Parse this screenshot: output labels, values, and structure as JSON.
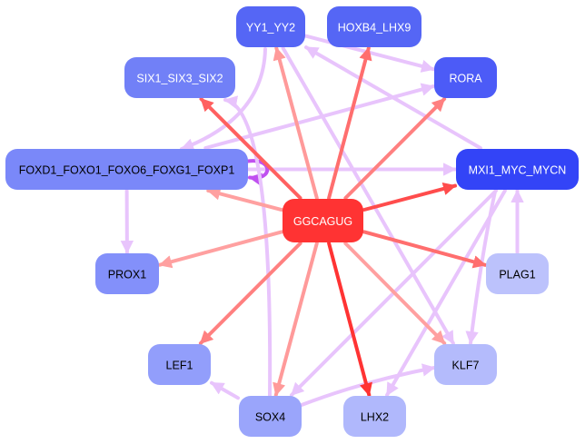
{
  "graph": {
    "type": "motif-regulatory-network",
    "center_node": "GGCAGUG",
    "nodes": [
      {
        "id": "GGCAGUG",
        "label": "GGCAGUG",
        "fill": "#ff3333",
        "text_color": "#ffffff"
      },
      {
        "id": "YY1_YY2",
        "label": "YY1_YY2",
        "fill": "#5566f5",
        "text_color": "#ffffff"
      },
      {
        "id": "HOXB4_LHX9",
        "label": "HOXB4_LHX9",
        "fill": "#5566f5",
        "text_color": "#ffffff"
      },
      {
        "id": "SIX1_SIX3_SIX2",
        "label": "SIX1_SIX3_SIX2",
        "fill": "#7180f7",
        "text_color": "#ffffff"
      },
      {
        "id": "RORA",
        "label": "RORA",
        "fill": "#4c5bf7",
        "text_color": "#ffffff"
      },
      {
        "id": "FOXD1_FOXO1_FOXO6_FOXG1_FOXP1",
        "label": "FOXD1_FOXO1_FOXO6_FOXG1_FOXP1",
        "fill": "#7a88f9",
        "text_color": "#000000"
      },
      {
        "id": "MXI1_MYC_MYCN",
        "label": "MXI1_MYC_MYCN",
        "fill": "#3344f7",
        "text_color": "#ffffff"
      },
      {
        "id": "PROX1",
        "label": "PROX1",
        "fill": "#8390fa",
        "text_color": "#000000"
      },
      {
        "id": "PLAG1",
        "label": "PLAG1",
        "fill": "#bcc2fc",
        "text_color": "#000000"
      },
      {
        "id": "LEF1",
        "label": "LEF1",
        "fill": "#929efb",
        "text_color": "#000000"
      },
      {
        "id": "KLF7",
        "label": "KLF7",
        "fill": "#b4bbfc",
        "text_color": "#000000"
      },
      {
        "id": "SOX4",
        "label": "SOX4",
        "fill": "#9aa5fb",
        "text_color": "#000000"
      },
      {
        "id": "LHX2",
        "label": "LHX2",
        "fill": "#b0b8fc",
        "text_color": "#000000"
      }
    ],
    "edges": [
      {
        "from": "GGCAGUG",
        "to": "YY1_YY2",
        "kind": "motif",
        "color": "#ff9a9a"
      },
      {
        "from": "GGCAGUG",
        "to": "HOXB4_LHX9",
        "kind": "motif",
        "color": "#ff6e6e"
      },
      {
        "from": "GGCAGUG",
        "to": "SIX1_SIX3_SIX2",
        "kind": "motif",
        "color": "#ff6060"
      },
      {
        "from": "GGCAGUG",
        "to": "RORA",
        "kind": "motif",
        "color": "#ff8080"
      },
      {
        "from": "GGCAGUG",
        "to": "FOXD1_FOXO1_FOXO6_FOXG1_FOXP1",
        "kind": "motif",
        "color": "#ffa0a0"
      },
      {
        "from": "GGCAGUG",
        "to": "MXI1_MYC_MYCN",
        "kind": "motif",
        "color": "#ff4c4c"
      },
      {
        "from": "GGCAGUG",
        "to": "PROX1",
        "kind": "motif",
        "color": "#ffa0a0"
      },
      {
        "from": "GGCAGUG",
        "to": "PLAG1",
        "kind": "motif",
        "color": "#ff6e6e"
      },
      {
        "from": "GGCAGUG",
        "to": "LEF1",
        "kind": "motif",
        "color": "#ff8080"
      },
      {
        "from": "GGCAGUG",
        "to": "KLF7",
        "kind": "motif",
        "color": "#ffa0a0"
      },
      {
        "from": "GGCAGUG",
        "to": "SOX4",
        "kind": "motif",
        "color": "#ff9a9a"
      },
      {
        "from": "GGCAGUG",
        "to": "LHX2",
        "kind": "motif",
        "color": "#ff3333"
      },
      {
        "from": "YY1_YY2",
        "to": "RORA",
        "kind": "tf",
        "color": "#e8c4fc"
      },
      {
        "from": "YY1_YY2",
        "to": "FOXD1_FOXO1_FOXO6_FOXG1_FOXP1",
        "kind": "tf",
        "color": "#e8c4fc"
      },
      {
        "from": "YY1_YY2",
        "to": "KLF7",
        "kind": "tf",
        "color": "#e8c4fc"
      },
      {
        "from": "MXI1_MYC_MYCN",
        "to": "YY1_YY2",
        "kind": "tf",
        "color": "#e8c4fc"
      },
      {
        "from": "FOXD1_FOXO1_FOXO6_FOXG1_FOXP1",
        "to": "RORA",
        "kind": "tf",
        "color": "#e8c4fc"
      },
      {
        "from": "FOXD1_FOXO1_FOXO6_FOXG1_FOXP1",
        "to": "MXI1_MYC_MYCN",
        "kind": "tf",
        "color": "#e8c4fc"
      },
      {
        "from": "FOXD1_FOXO1_FOXO6_FOXG1_FOXP1",
        "to": "FOXD1_FOXO1_FOXO6_FOXG1_FOXP1",
        "kind": "self-loop",
        "color": "#c050f0"
      },
      {
        "from": "FOXD1_FOXO1_FOXO6_FOXG1_FOXP1",
        "to": "PROX1",
        "kind": "tf",
        "color": "#e8c4fc"
      },
      {
        "from": "SOX4",
        "to": "SIX1_SIX3_SIX2",
        "kind": "tf",
        "color": "#e8c4fc"
      },
      {
        "from": "SOX4",
        "to": "LEF1",
        "kind": "tf",
        "color": "#e8c4fc"
      },
      {
        "from": "SOX4",
        "to": "KLF7",
        "kind": "tf",
        "color": "#e8c4fc"
      },
      {
        "from": "MXI1_MYC_MYCN",
        "to": "SOX4",
        "kind": "tf",
        "color": "#e8c4fc"
      },
      {
        "from": "MXI1_MYC_MYCN",
        "to": "LHX2",
        "kind": "tf",
        "color": "#e8c4fc"
      },
      {
        "from": "MXI1_MYC_MYCN",
        "to": "KLF7",
        "kind": "tf",
        "color": "#e8c4fc"
      },
      {
        "from": "PLAG1",
        "to": "MXI1_MYC_MYCN",
        "kind": "tf",
        "color": "#e8c4fc"
      }
    ]
  }
}
